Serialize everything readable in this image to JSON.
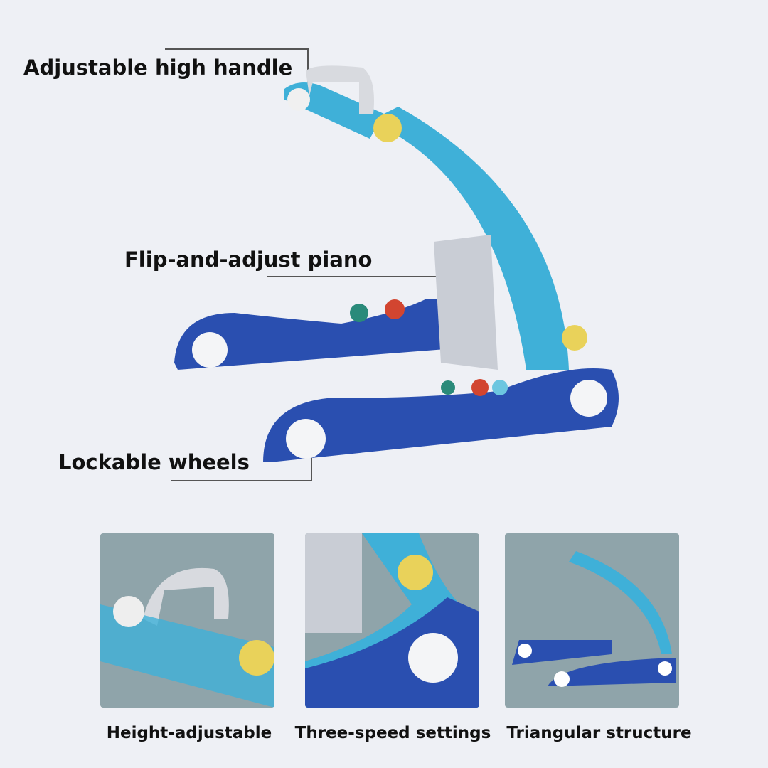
{
  "callouts": {
    "handle": "Adjustable high handle",
    "piano": "Flip-and-adjust piano",
    "wheels": "Lockable wheels"
  },
  "features": [
    {
      "caption": "Height-adjustable"
    },
    {
      "caption": "Three-speed settings"
    },
    {
      "caption": "Triangular structure"
    }
  ],
  "colors": {
    "blue": "#2a4fb0",
    "light_blue": "#3fb0d8",
    "yellow": "#e9d25a"
  }
}
